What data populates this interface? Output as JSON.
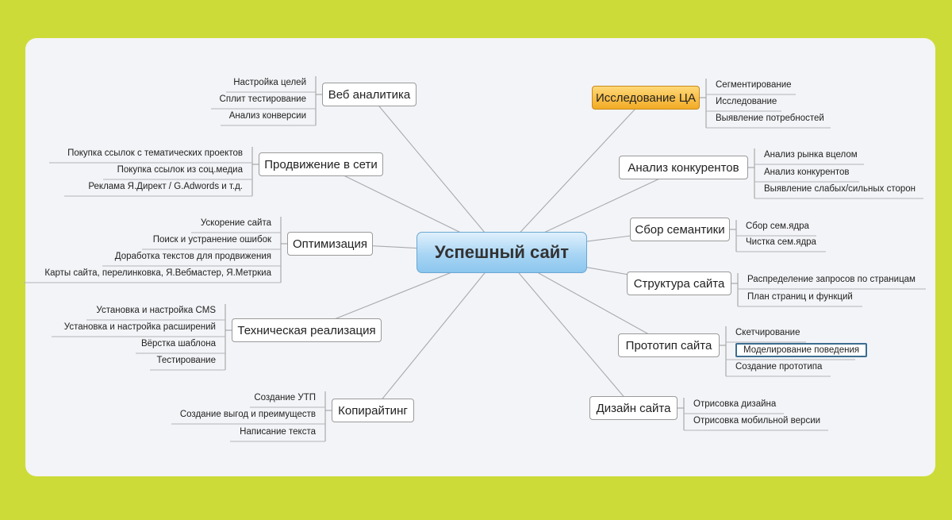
{
  "center": "Успешный сайт",
  "topics": {
    "web": {
      "label": "Веб аналитика",
      "subs": [
        "Настройка целей",
        "Сплит тестирование",
        "Анализ конверсии"
      ]
    },
    "promo": {
      "label": "Продвижение в сети",
      "subs": [
        "Покупка ссылок с тематических проектов",
        "Покупка ссылок из соц.медиа",
        "Реклама Я.Директ / G.Adwords и т.д."
      ]
    },
    "opt": {
      "label": "Оптимизация",
      "subs": [
        "Ускорение сайта",
        "Поиск и устранение ошибок",
        "Доработка текстов для продвижения",
        "Карты сайта, перелинковка, Я.Вебмастер, Я.Метркиа"
      ]
    },
    "tech": {
      "label": "Техническая реализация",
      "subs": [
        "Установка и настройка CMS",
        "Установка и настройка расширений",
        "Вёрстка шаблона",
        "Тестирование"
      ]
    },
    "copy": {
      "label": "Копирайтинг",
      "subs": [
        "Создание УТП",
        "Создание выгод и преимуществ",
        "Написание текста"
      ]
    },
    "research": {
      "label": "Исследование ЦА",
      "subs": [
        "Сегментирование",
        "Исследование",
        "Выявление потребностей"
      ]
    },
    "comp": {
      "label": "Анализ конкурентов",
      "subs": [
        "Анализ рынка вцелом",
        "Анализ конкурентов",
        "Выявление слабых/сильных сторон"
      ]
    },
    "sem": {
      "label": "Сбор семантики",
      "subs": [
        "Сбор сем.ядра",
        "Чистка сем.ядра"
      ]
    },
    "struct": {
      "label": "Структура сайта",
      "subs": [
        "Распределение запросов по страницам",
        "План страниц и функций"
      ]
    },
    "proto": {
      "label": "Прототип сайта",
      "subs": [
        "Скетчирование",
        "Моделирование поведения",
        "Создание прототипа"
      ]
    },
    "design": {
      "label": "Дизайн сайта",
      "subs": [
        "Отрисовка дизайна",
        "Отрисовка мобильной версии"
      ]
    }
  },
  "colors": {
    "background": "#cddb38",
    "card": "#f3f4f7",
    "accent_topic": "#f2ab25",
    "center_fill": "#a8d5f4"
  }
}
